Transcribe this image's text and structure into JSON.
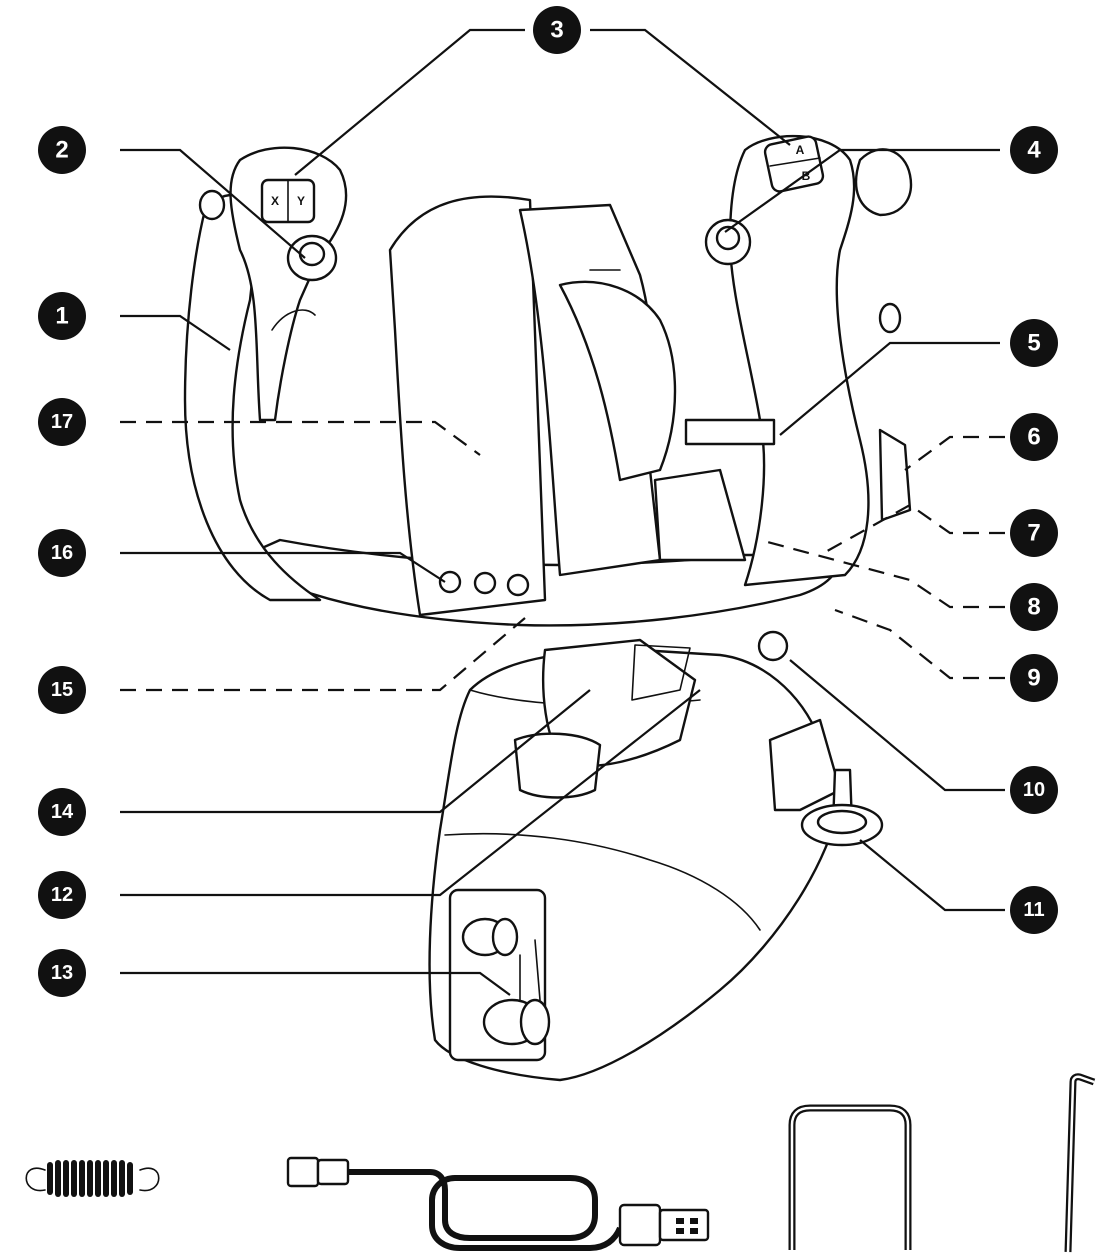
{
  "callouts": [
    {
      "number": "1",
      "style": "solid"
    },
    {
      "number": "2",
      "style": "solid"
    },
    {
      "number": "3",
      "style": "solid"
    },
    {
      "number": "4",
      "style": "solid"
    },
    {
      "number": "5",
      "style": "solid"
    },
    {
      "number": "6",
      "style": "dashed"
    },
    {
      "number": "7",
      "style": "dashed"
    },
    {
      "number": "8",
      "style": "dashed"
    },
    {
      "number": "9",
      "style": "dashed"
    },
    {
      "number": "10",
      "style": "solid"
    },
    {
      "number": "11",
      "style": "solid"
    },
    {
      "number": "12",
      "style": "solid"
    },
    {
      "number": "13",
      "style": "solid"
    },
    {
      "number": "14",
      "style": "solid"
    },
    {
      "number": "15",
      "style": "dashed"
    },
    {
      "number": "16",
      "style": "solid"
    },
    {
      "number": "17",
      "style": "dashed"
    }
  ],
  "button_letters": {
    "x": "X",
    "y": "Y",
    "a": "A",
    "b": "B"
  },
  "accessories": [
    "spring",
    "usb-cable",
    "u-clamp",
    "hex-key"
  ],
  "colors": {
    "ink": "#111111",
    "paper": "#ffffff"
  }
}
